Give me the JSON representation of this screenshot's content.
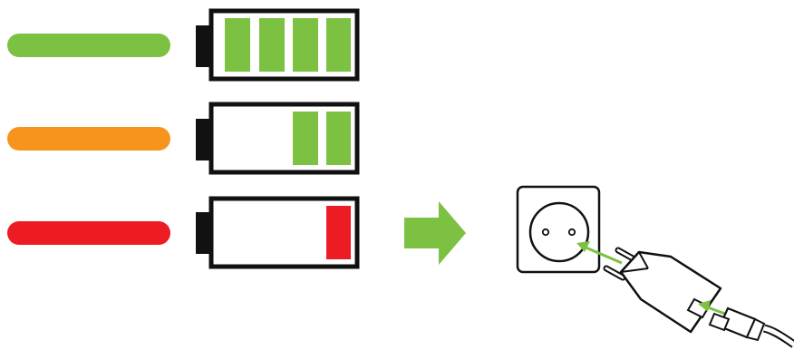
{
  "colors": {
    "full": "#7dc142",
    "medium": "#f7941d",
    "low": "#ed1c24",
    "outline": "#111111",
    "arrow": "#7dc142",
    "background": "#ffffff"
  },
  "battery_states": [
    {
      "level": "full",
      "bars": 4,
      "status_color": "#7dc142",
      "bar_color": "#7dc142"
    },
    {
      "level": "medium",
      "bars": 2,
      "status_color": "#f7941d",
      "bar_color": "#7dc142"
    },
    {
      "level": "low",
      "bars": 1,
      "status_color": "#ed1c24",
      "bar_color": "#ed1c24"
    }
  ],
  "battery_capacity_bars": 4,
  "icons": [
    "next-step-arrow-icon",
    "wall-socket-icon",
    "usb-charger-icon",
    "usb-cable-icon",
    "plug-in-arrow-icon"
  ]
}
